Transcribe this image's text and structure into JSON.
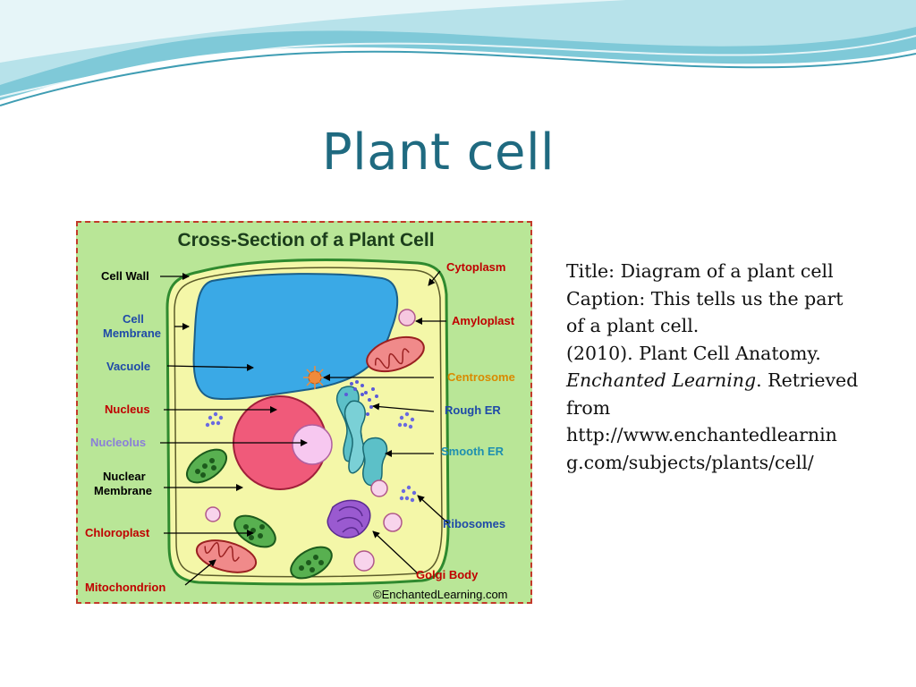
{
  "slide": {
    "title": "Plant cell"
  },
  "figure": {
    "heading": "Cross-Section of a Plant Cell",
    "credit": "©EnchantedLearning.com",
    "labels": {
      "cell_wall": "Cell Wall",
      "cell_membrane_1": "Cell",
      "cell_membrane_2": "Membrane",
      "vacuole": "Vacuole",
      "nucleus": "Nucleus",
      "nucleolus": "Nucleolus",
      "nuclear_membrane_1": "Nuclear",
      "nuclear_membrane_2": "Membrane",
      "chloroplast": "Chloroplast",
      "mitochondrion": "Mitochondrion",
      "cytoplasm": "Cytoplasm",
      "amyloplast": "Amyloplast",
      "centrosome": "Centrosome",
      "rough_er": "Rough ER",
      "smooth_er": "Smooth ER",
      "ribosomes": "Ribosomes",
      "golgi_body": "Golgi Body"
    },
    "colors": {
      "label_black": "#000000",
      "label_red": "#c00000",
      "label_purple": "#8a7fd8",
      "label_blue": "#1f4aa8",
      "label_orange": "#d98a00",
      "label_teal": "#1e8fb0"
    }
  },
  "citation": {
    "line1": "Title: Diagram of a plant cell",
    "line2": "Caption: This tells us the part",
    "line3": "of a plant cell.",
    "line4": "(2010). Plant Cell Anatomy.",
    "line5_italic": "Enchanted Learning",
    "line5_rest": ". Retrieved",
    "line6": "from",
    "line7": "http://www.enchantedlearnin",
    "line8": "g.com/subjects/plants/cell/"
  }
}
